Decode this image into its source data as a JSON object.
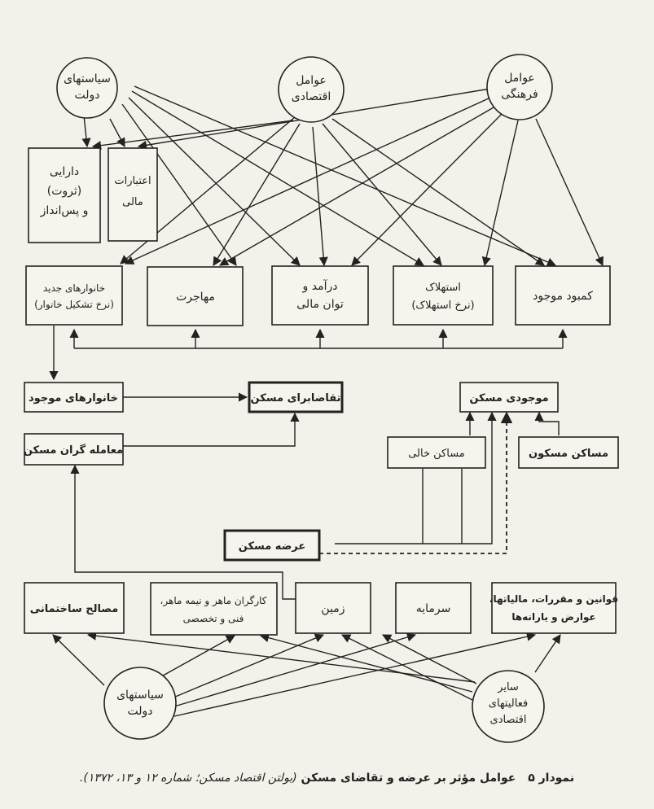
{
  "nodes": {
    "policy_top": {
      "label": "سیاستهای\nدولت"
    },
    "econ_top": {
      "label": "عوامل\nاقتصادی"
    },
    "culture_top": {
      "label": "عوامل\nفرهنگی"
    },
    "wealth": {
      "label": "دارایی\n(ثروت)\nو پس‌انداز"
    },
    "credit": {
      "label": "اعتبارات\nمالی"
    },
    "new_households": {
      "label": "خانوارهای جدید\n(نرخ تشکیل خانوار)"
    },
    "migration": {
      "label": "مهاجرت"
    },
    "income": {
      "label": "درآمد و\nتوان مالی"
    },
    "depreciation": {
      "label": "استهلاک\n(نرخ استهلاک)"
    },
    "shortage": {
      "label": "کمبود موجود"
    },
    "existing_households": {
      "label": "خانوارهای موجود"
    },
    "housing_demand": {
      "label": "تقاضابرای مسکن"
    },
    "housing_stock": {
      "label": "موجودی مسکن"
    },
    "housing_dealers": {
      "label": "معامله گران مسکن"
    },
    "vacant": {
      "label": "مساکن خالی"
    },
    "occupied": {
      "label": "مساکن مسکون"
    },
    "housing_supply": {
      "label": "عرضه مسکن"
    },
    "materials": {
      "label": "مصالح ساختمانی"
    },
    "workers": {
      "label": "کارگران ماهر و نیمه ماهر،\nفنی و تخصصی"
    },
    "land": {
      "label": "زمین"
    },
    "capital": {
      "label": "سرمایه"
    },
    "laws": {
      "label": "قوانین و مقررات، مالیاتها،\nعوارض و یارانه‌ها"
    },
    "policy_bottom": {
      "label": "سیاستهای\nدولت"
    },
    "other_econ": {
      "label": "سایر\nفعالیتهای\nاقتصادی"
    }
  },
  "caption": {
    "figure": "نمودار ۵",
    "text": "عوامل مؤثر بر عرضه و تقاضای مسکن",
    "source": "(بولتن اقتصاد مسکن؛ شماره ۱۲ و ۱۳، ۱۳۷۲)."
  }
}
